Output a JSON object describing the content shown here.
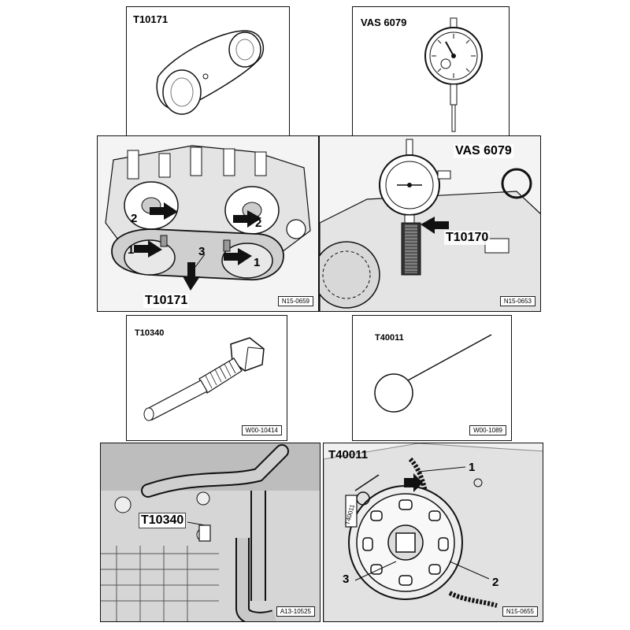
{
  "panels": {
    "tool_t10171": {
      "title": "T10171"
    },
    "tool_vas6079": {
      "title": "VAS 6079"
    },
    "install_t10171": {
      "labels": {
        "one_left": "1",
        "two_left": "2",
        "two_right": "2",
        "three": "3",
        "one_right": "1"
      },
      "callout": "T10171",
      "code": "N15-0659"
    },
    "install_vas": {
      "callout_gauge": "VAS 6079",
      "callout_tool": "T10170",
      "code": "N15-0653"
    },
    "tool_t10340": {
      "title": "T10340",
      "code": "W00-10414"
    },
    "tool_t40011": {
      "title": "T40011",
      "code": "W00-1089"
    },
    "install_t10340": {
      "callout": "T10340",
      "code": "A13-10525"
    },
    "install_t40011": {
      "callout": "T40011",
      "labels": {
        "one": "1",
        "two": "2",
        "three": "3"
      },
      "tool_marking": "T40011",
      "code": "N15-0655"
    }
  },
  "colors": {
    "line": "#111111",
    "background": "#ffffff",
    "engine_fill": "#e8e8e8",
    "dark_fill": "#333333"
  }
}
